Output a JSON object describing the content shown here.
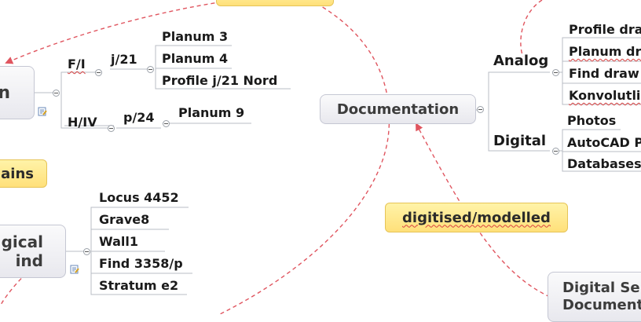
{
  "central": {
    "label": "Documentation"
  },
  "left_groups": {
    "plan_node": {
      "label": "n"
    },
    "fi": {
      "label": "F/I",
      "sub": "j/21",
      "items": [
        "Planum 3",
        "Planum 4",
        "Profile j/21 Nord"
      ]
    },
    "hiv": {
      "label": "H/IV",
      "sub": "p/24",
      "items": [
        "Planum 9"
      ]
    },
    "remains": {
      "label": "ains"
    },
    "find_node": {
      "line1": "gical",
      "line2": "ind"
    },
    "find_items": [
      "Locus 4452",
      "Grave8",
      "Wall1",
      "Find 3358/p",
      "Stratum e2"
    ]
  },
  "analog": {
    "label": "Analog",
    "items": [
      "Profile dra",
      "Planum dr",
      "Find draw",
      "Konvolutli"
    ]
  },
  "digital": {
    "label": "Digital",
    "items": [
      "Photos",
      "AutoCAD P",
      "Databases"
    ]
  },
  "digitised": {
    "label": "digitised/modelled"
  },
  "digital_se": {
    "line1": "Digital Se",
    "line2": "Document"
  },
  "colors": {
    "relation": "#e0555f",
    "connector": "#b8bcc4",
    "node_border": "#c5c7d3",
    "yellow": "#ffe07a"
  }
}
